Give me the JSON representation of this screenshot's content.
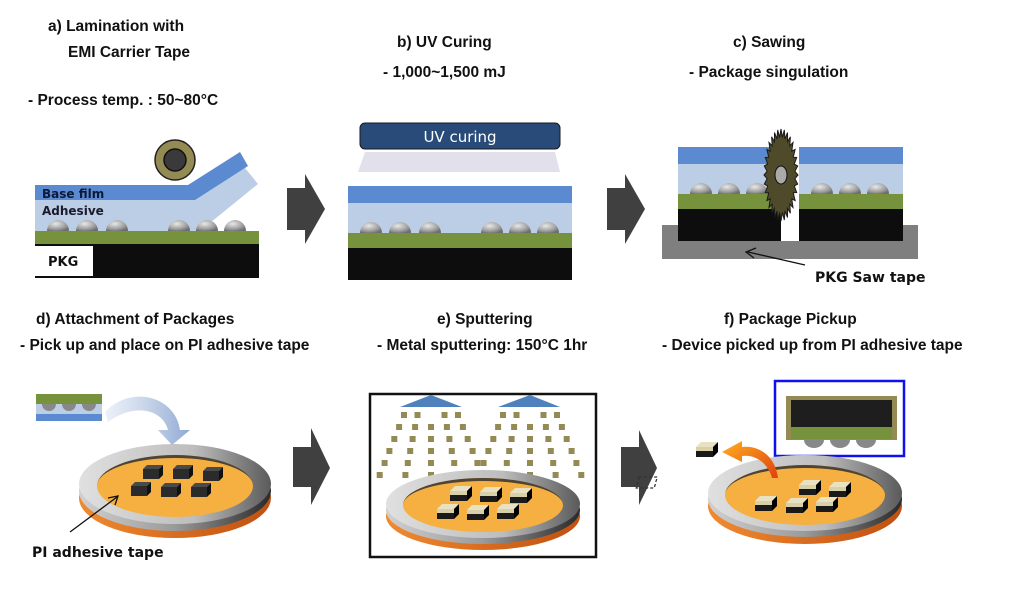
{
  "panels": {
    "a": {
      "title_line1": "a) Lamination with",
      "title_line2": "EMI Carrier Tape",
      "subtitle": "- Process temp. : 50~80°C",
      "labels": {
        "base_film": "Base film",
        "adhesive": "Adhesive",
        "pkg": "PKG"
      }
    },
    "b": {
      "title": "b) UV Curing",
      "subtitle": "- 1,000~1,500 mJ",
      "labels": {
        "uv_lamp": "UV curing"
      }
    },
    "c": {
      "title": "c) Sawing",
      "subtitle": "- Package singulation",
      "labels": {
        "saw_tape": "PKG Saw tape"
      }
    },
    "d": {
      "title": "d) Attachment  of Packages",
      "subtitle": "- Pick up and place on PI adhesive tape",
      "labels": {
        "pi_tape": "PI adhesive tape"
      }
    },
    "e": {
      "title": "e) Sputtering",
      "subtitle": "- Metal sputtering: 150°C 1hr"
    },
    "f": {
      "title": "f) Package Pickup",
      "subtitle": "- Device picked up from PI adhesive tape"
    }
  },
  "colors": {
    "base_film": "#5b8ad0",
    "adhesive": "#bccde6",
    "substrate_green": "#76923c",
    "mold_black": "#0d0d0d",
    "solder_ball": "#a6a6a6",
    "uv_lamp": "#284b7a",
    "saw_blade": "#4f4a2a",
    "saw_tape": "#7f7f7f",
    "pi_tape_orange": "#f5b041",
    "ring_gray": "#b0b0b0",
    "sputter_particle": "#948a54",
    "sputter_target": "#4f81bd",
    "arrow_gray": "#404040",
    "pickup_arrow": "#f07020",
    "highlight_box": "#1010ee"
  }
}
